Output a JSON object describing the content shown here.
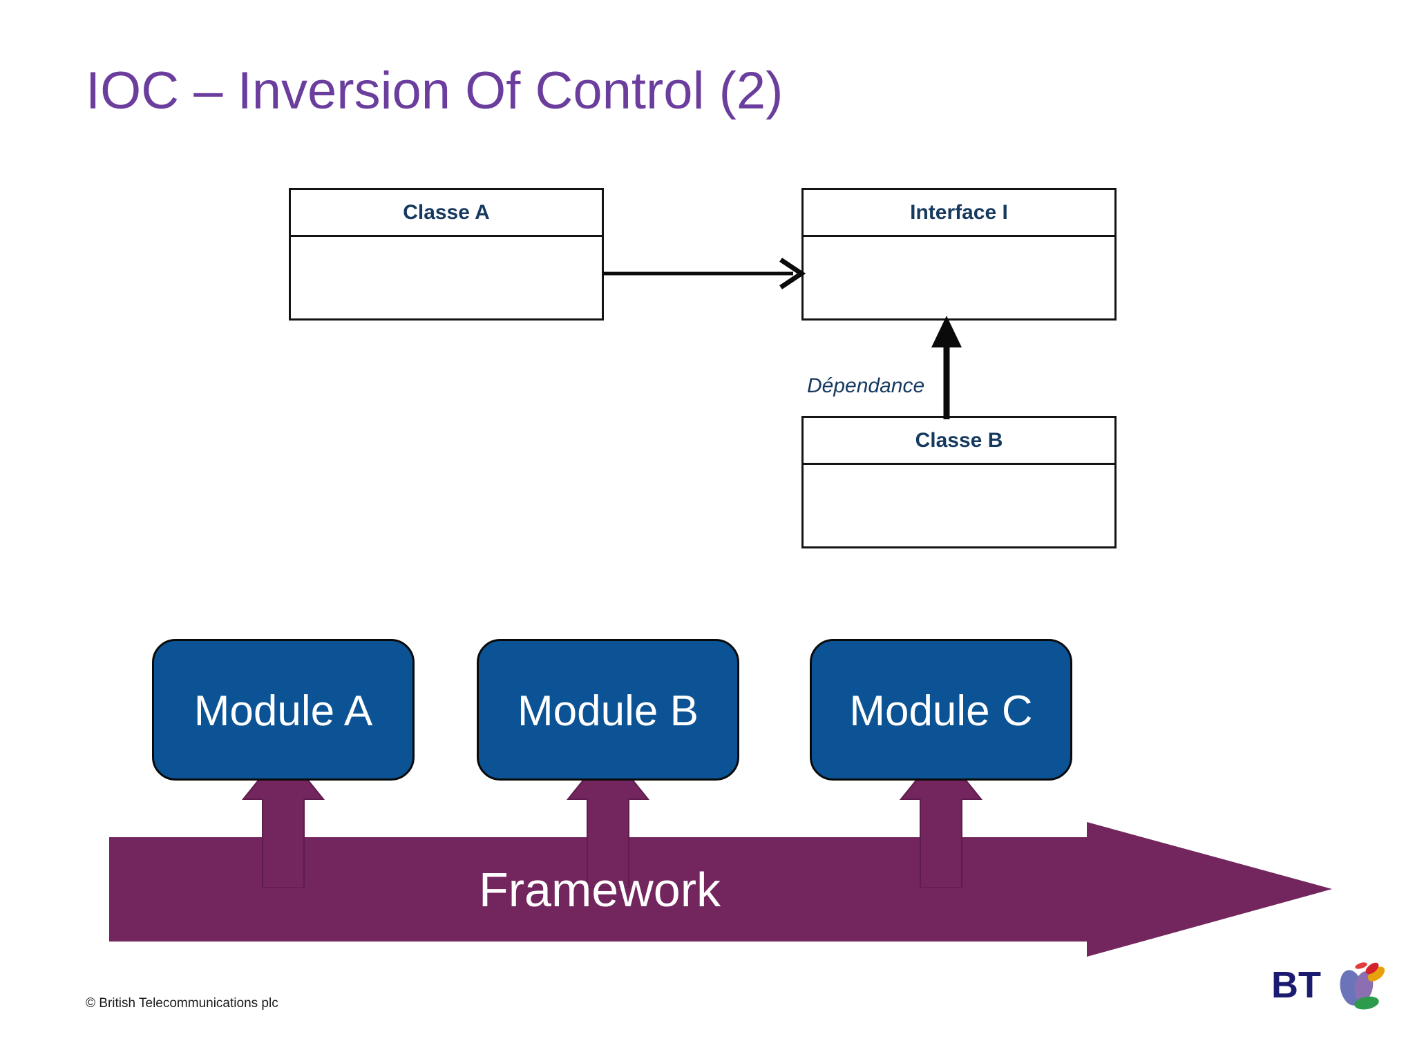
{
  "slide": {
    "title": "IOC – Inversion Of Control (2)",
    "background_color": "#FFFFFF",
    "title_color": "#6B3E9E"
  },
  "uml": {
    "text_color": "#15395F",
    "border_color": "#141414",
    "classes": [
      {
        "id": "classe-a",
        "name": "Classe A"
      },
      {
        "id": "interface",
        "name": "Interface I"
      },
      {
        "id": "classe-b",
        "name": "Classe B"
      }
    ],
    "connectors": [
      {
        "id": "a-to-i",
        "label": "",
        "style": "open-arrow-right"
      },
      {
        "id": "b-to-i",
        "label": "Dépendance",
        "style": "solid-arrow-up"
      }
    ],
    "dependance_label": "Dépendance"
  },
  "modules": {
    "fill_color": "#0B5394",
    "label_color": "#FFFFFF",
    "items": [
      {
        "id": "module-a",
        "label": "Module A"
      },
      {
        "id": "module-b",
        "label": "Module B"
      },
      {
        "id": "module-c",
        "label": "Module C"
      }
    ]
  },
  "framework": {
    "label": "Framework",
    "color": "#73255E",
    "arrow_direction": "right"
  },
  "footer": {
    "copyright": "© British Telecommunications plc",
    "logo": {
      "wordmark": "BT",
      "wordmark_color": "#1B1B6F",
      "icon_name": "bt-connected-world-icon"
    }
  }
}
